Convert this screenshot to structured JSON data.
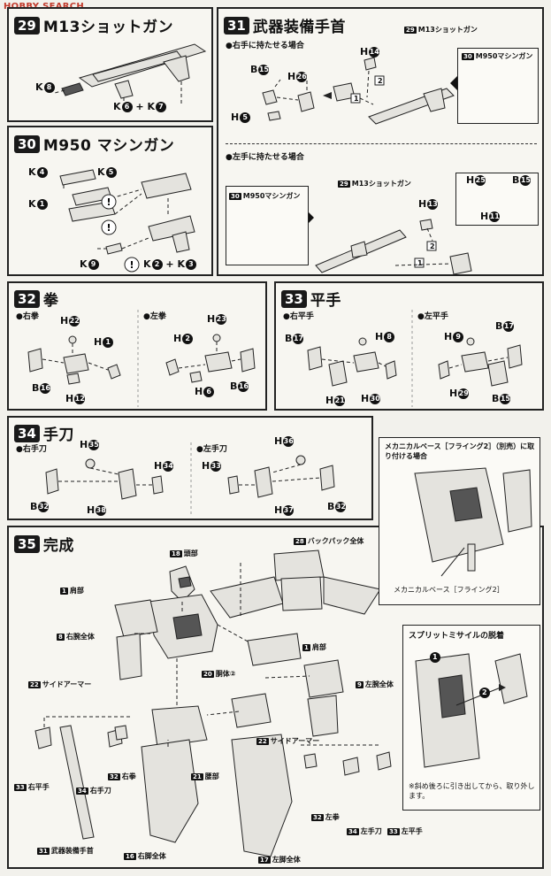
{
  "watermark": "HOBBY SEARCH",
  "steps": {
    "s29": {
      "num": "29",
      "title": "M13ショットガン",
      "parts": {
        "k8": "K",
        "k8n": "8",
        "k6": "K",
        "k6n": "6",
        "plus": "+",
        "k7": "K",
        "k7n": "7"
      }
    },
    "s30": {
      "num": "30",
      "title": "M950 マシンガン",
      "parts": {
        "k4": "K",
        "k4n": "4",
        "k5": "K",
        "k5n": "5",
        "k1": "K",
        "k1n": "1",
        "k9": "K",
        "k9n": "9",
        "k2": "K",
        "k2n": "2",
        "plus": "+",
        "k3": "K",
        "k3n": "3"
      }
    },
    "s31": {
      "num": "31",
      "title": "武器装備手首",
      "right_note": "●右手に持たせる場合",
      "left_note": "●左手に持たせる場合",
      "callouts": {
        "m13_a": "M13ショットガン",
        "m950_a": "M950マシンガン",
        "m13_b": "M13ショットガン",
        "m950_b": "M950マシンガン",
        "num29": "29",
        "num30": "30"
      },
      "parts": {
        "b15": "B",
        "b15n": "15",
        "h26": "H",
        "h26n": "26",
        "h5": "H",
        "h5n": "5",
        "h14": "H",
        "h14n": "14",
        "h13": "H",
        "h13n": "13",
        "h25": "H",
        "h25n": "25",
        "b15b": "B",
        "b15bn": "15",
        "h11": "H",
        "h11n": "11",
        "one": "1",
        "two": "2",
        "one_b": "1",
        "two_b": "2"
      }
    },
    "s32": {
      "num": "32",
      "title": "拳",
      "right": "●右拳",
      "left": "●左拳",
      "parts": {
        "h22": "H",
        "h22n": "22",
        "h1": "H",
        "h1n": "1",
        "b16": "B",
        "b16n": "16",
        "h12": "H",
        "h12n": "12",
        "h23": "H",
        "h23n": "23",
        "h2": "H",
        "h2n": "2",
        "h6": "H",
        "h6n": "6",
        "b16b": "B",
        "b16bn": "16"
      }
    },
    "s33": {
      "num": "33",
      "title": "平手",
      "right": "●右平手",
      "left": "●左平手",
      "parts": {
        "b17": "B",
        "b17n": "17",
        "h8": "H",
        "h8n": "8",
        "h21": "H",
        "h21n": "21",
        "h30": "H",
        "h30n": "30",
        "h9": "H",
        "h9n": "9",
        "b17b": "B",
        "b17bn": "17",
        "h29": "H",
        "h29n": "29",
        "b15": "B",
        "b15n": "15"
      }
    },
    "s34": {
      "num": "34",
      "title": "手刀",
      "right": "●右手刀",
      "left": "●左手刀",
      "parts": {
        "h35": "H",
        "h35n": "35",
        "h34": "H",
        "h34n": "34",
        "b32": "B",
        "b32n": "32",
        "h38": "H",
        "h38n": "38",
        "h36": "H",
        "h36n": "36",
        "h33": "H",
        "h33n": "33",
        "h37": "H",
        "h37n": "37",
        "b32b": "B",
        "b32bn": "32"
      }
    },
    "s35": {
      "num": "35",
      "title": "完成",
      "callouts": [
        {
          "num": "18",
          "text": "頭部"
        },
        {
          "num": "28",
          "text": "バックパック全体"
        },
        {
          "num": "1",
          "text": "肩部"
        },
        {
          "num": "8",
          "text": "右腕全体"
        },
        {
          "num": "1",
          "text": "肩部"
        },
        {
          "num": "20",
          "text": "胴体②"
        },
        {
          "num": "22",
          "text": "サイドアーマー"
        },
        {
          "num": "9",
          "text": "左腕全体"
        },
        {
          "num": "22",
          "text": "サイドアーマー"
        },
        {
          "num": "33",
          "text": "右平手"
        },
        {
          "num": "34",
          "text": "右手刀"
        },
        {
          "num": "32",
          "text": "右拳"
        },
        {
          "num": "21",
          "text": "腰部"
        },
        {
          "num": "32",
          "text": "左拳"
        },
        {
          "num": "34",
          "text": "左手刀"
        },
        {
          "num": "33",
          "text": "左平手"
        },
        {
          "num": "31",
          "text": "武器装備手首"
        },
        {
          "num": "16",
          "text": "右脚全体"
        },
        {
          "num": "17",
          "text": "左脚全体"
        }
      ]
    }
  },
  "base_note": {
    "title": "メカニカルベース［フライング2］（別売）に取り付ける場合",
    "caption": "メカニカルベース［フライング2］"
  },
  "missile_note": {
    "title": "スプリットミサイルの脱着",
    "step1": "1",
    "step2": "2",
    "caption": "※斜め後ろに引き出してから、取り外します。"
  }
}
